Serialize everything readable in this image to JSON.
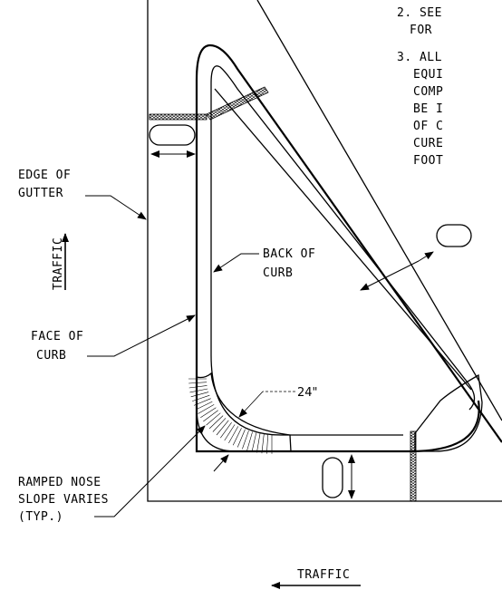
{
  "notes": {
    "note2_line1": "2. SEE",
    "note2_line2": "FOR",
    "note3_line1": "3. ALL",
    "note3_line2": "EQUI",
    "note3_line3": "COMP",
    "note3_line4": "BE I",
    "note3_line5": "OF C",
    "note3_line6": "CURE",
    "note3_line7": "FOOT"
  },
  "labels": {
    "edge_of_gutter_1": "EDGE OF",
    "edge_of_gutter_2": "GUTTER",
    "traffic_vertical": "TRAFFIC",
    "back_of_curb_1": "BACK OF",
    "back_of_curb_2": "CURB",
    "face_of_curb_1": "FACE OF",
    "face_of_curb_2": "CURB",
    "dimension_24": "24\"",
    "ramped_nose_1": "RAMPED NOSE",
    "ramped_nose_2": "SLOPE VARIES",
    "ramped_nose_3": "(TYP.)",
    "traffic_horizontal": "TRAFFIC"
  }
}
